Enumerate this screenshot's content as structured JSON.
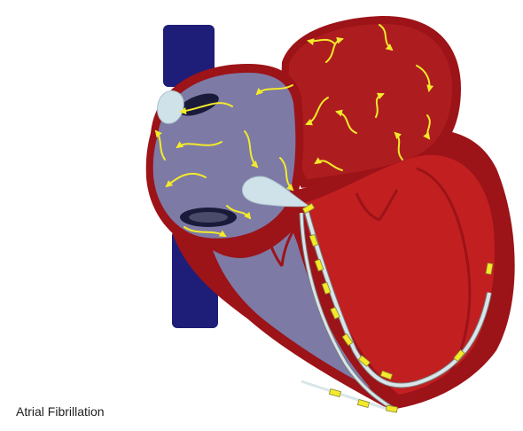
{
  "caption": "Atrial Fibrillation",
  "colors": {
    "background": "#ffffff",
    "ventricle_wall": "#9c1318",
    "ventricle_fill": "#c21f21",
    "right_chamber": "#7d7aa6",
    "left_atrium": "#ad1d1f",
    "vessel": "#1e1e78",
    "conduction_fibers": "#d8e6ea",
    "impulse_arrows": "#f2ea2b",
    "sa_node": "#cfe2ea"
  },
  "icons": {
    "impulse": "arrow",
    "node": "teardrop",
    "conduction_marker": "yellow-bar"
  }
}
